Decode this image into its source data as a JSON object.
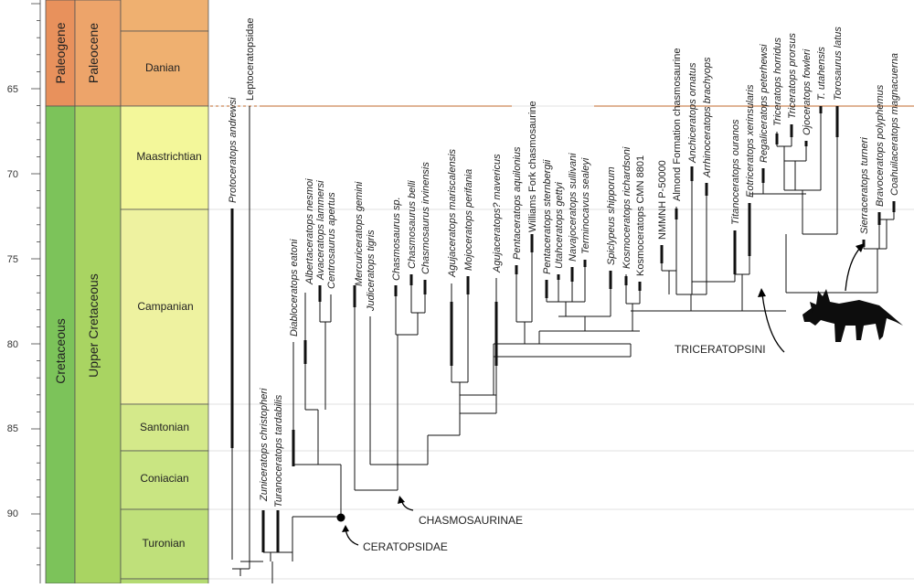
{
  "timescale": {
    "ticks": [
      {
        "value": "65"
      },
      {
        "value": "70"
      },
      {
        "value": "75"
      },
      {
        "value": "80"
      },
      {
        "value": "85"
      },
      {
        "value": "90"
      }
    ],
    "periods": [
      {
        "name": "Paleogene",
        "color": "#e8915c"
      },
      {
        "name": "Cretaceous",
        "color": "#7cc35a"
      }
    ],
    "epochs": [
      {
        "name": "Paleocene",
        "color": "#eda46a"
      },
      {
        "name": "Upper Cretaceous",
        "color": "#a9d462"
      }
    ],
    "stages": [
      {
        "name": "Danian",
        "color": "#efb070"
      },
      {
        "name": "Maastrichtian",
        "color": "#f3f79a"
      },
      {
        "name": "Campanian",
        "color": "#eef2a0"
      },
      {
        "name": "Santonian",
        "color": "#d4e98a"
      },
      {
        "name": "Coniacian",
        "color": "#c9e582"
      },
      {
        "name": "Turonian",
        "color": "#bfe07a"
      }
    ],
    "kpg_color": "#c0692b"
  },
  "taxa": [
    "Protoceratops andrewsi",
    "Leptoceratopsidae",
    "Zuniceratops christopheri",
    "Turanoceratops tardabilis",
    "Diabloceratops eatoni",
    "Albertaceratops nesmoi",
    "Avaceratops lammersi",
    "Centrosaurus apertus",
    "Mercuriceratops gemini",
    "Judiceratops tigris",
    "Chasmosaurus sp.",
    "Chasmosaurus belli",
    "Chasmosaurus irvinensis",
    "Agujaceratops mariscalensis",
    "Mojoceratops perifania",
    "Agujaceratops? mavericus",
    "Pentaceratops aquilonius",
    "Williams Fork chasmosaurine",
    "Pentaceratops sternbergii",
    "Utahceratops gettyi",
    "Navajoceratops sullivani",
    "Terminocavus sealeyi",
    "Spiclypeus shipporum",
    "Kosmoceratops richardsoni",
    "Kosmoceratops CMN 8801",
    "NMMNH P-50000",
    "Almond Formation chasmosaurine",
    "Anchiceratops ornatus",
    "Arrhinoceratops brachyops",
    "Titanoceratops ouranos",
    "Eotriceratops xerinsularis",
    "Regaliceratops peterhewsi",
    "Triceratops horridus",
    "Triceratops prorsus",
    "Ojoceratops fowleri",
    "T. utahensis",
    "Torosaurus latus",
    "Sierraceratops turneri",
    "Bravoceratops polyphemus",
    "Coahuilaceratops magnacuerna"
  ],
  "clades": {
    "ceratopsidae": "CERATOPSIDAE",
    "chasmosaurinae": "CHASMOSAURINAE",
    "triceratopsini": "TRICERATOPSINI"
  },
  "colors": {
    "tree": "#111111",
    "grid": "#d8d8d8",
    "silhouette": "#0d0d0d"
  }
}
